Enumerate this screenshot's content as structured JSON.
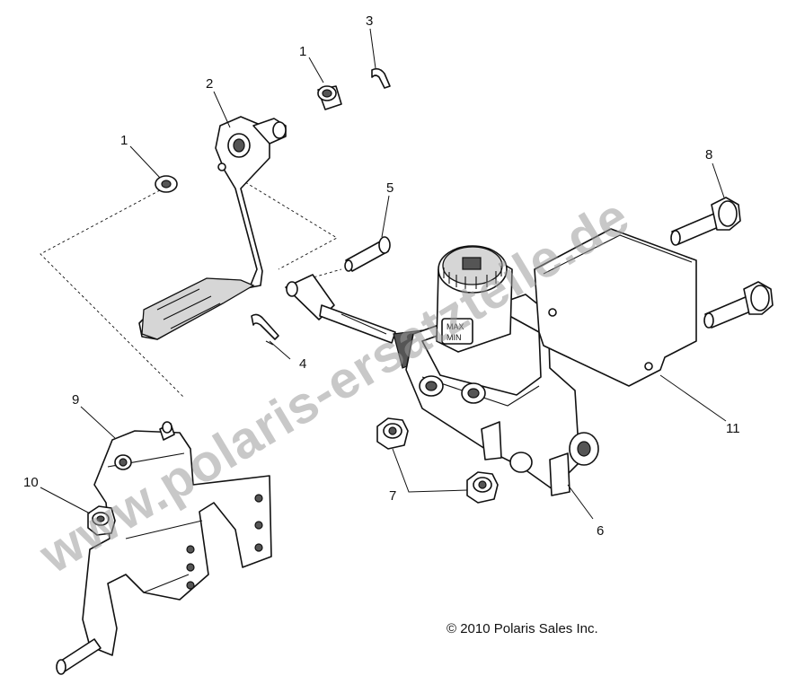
{
  "callouts": {
    "c1a": "1",
    "c1b": "1",
    "c2": "2",
    "c3": "3",
    "c4": "4",
    "c5": "5",
    "c6": "6",
    "c7": "7",
    "c8": "8",
    "c9": "9",
    "c10": "10",
    "c11": "11"
  },
  "copyright": "© 2010 Polaris Sales Inc.",
  "watermark": "www.polaris-ersatzteile.de",
  "reservoir_label": "MAX MIN"
}
